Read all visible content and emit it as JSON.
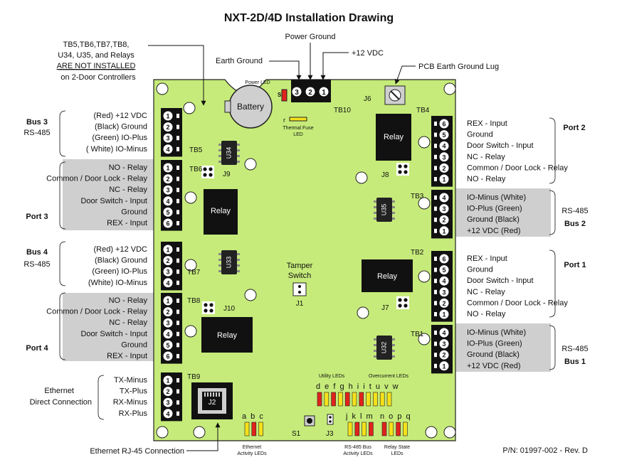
{
  "title": "NXT-2D/4D Installation Drawing",
  "part_number": "P/N: 01997-002 - Rev. D",
  "top_callouts": {
    "power_ground": "Power Ground",
    "earth_ground": "Earth Ground",
    "plus12": "+12 VDC",
    "pcb_lug": "PCB Earth Ground Lug",
    "note_line1": "TB5,TB6,TB7,TB8,",
    "note_line2": "U34, U35, and Relays",
    "note_line3": "ARE NOT INSTALLED",
    "note_line4": "on 2-Door Controllers"
  },
  "board": {
    "battery": "Battery",
    "power_led": "Power LED",
    "s": "S",
    "r": "r",
    "thermal1": "Thermal Fuse",
    "thermal2": "LED",
    "tb10": "TB10",
    "tb10_pins": [
      "3",
      "2",
      "1"
    ],
    "j6": "J6",
    "tb4": "TB4",
    "tb5": "TB5",
    "tb6": "TB6",
    "tb7": "TB7",
    "tb8": "TB8",
    "tb9": "TB9",
    "tb3": "TB3",
    "tb2": "TB2",
    "tb1": "TB1",
    "j7": "J7",
    "j8": "J8",
    "j9": "J9",
    "j10": "J10",
    "j1": "J1",
    "j2": "J2",
    "j3": "J3",
    "s1": "S1",
    "u34": "U34",
    "u33": "U33",
    "u35": "U35",
    "u32": "U32",
    "relay": "Relay",
    "tamper1": "Tamper",
    "tamper2": "Switch",
    "utility_leds": "Utility LEDs",
    "overcurrent_leds": "Overcurrent LEDs",
    "led_row1": "d e f g h i i t u v w",
    "led_abc": "a b c",
    "led_jklm": "j k l m",
    "led_nopq": "n o p q",
    "eth_act1": "Ethernet",
    "eth_act2": "Activity LEDs",
    "rs485_act1": "RS-485 Bus",
    "rs485_act2": "Activity LEDs",
    "relay_state1": "Relay State",
    "relay_state2": "LEDs"
  },
  "left": {
    "bus3": "Bus 3",
    "bus3_sub": "RS-485",
    "tb5_labels": [
      "(Red) +12 VDC",
      "(Black) Ground",
      "(Green) IO-Plus",
      "( White) IO-Minus"
    ],
    "port3": "Port 3",
    "tb6_labels": [
      "NO - Relay",
      "Common / Door Lock - Relay",
      "NC - Relay",
      "Door Switch - Input",
      "Ground",
      "REX - Input"
    ],
    "bus4": "Bus 4",
    "bus4_sub": "RS-485",
    "tb7_labels": [
      "(Red) +12 VDC",
      "(Black) Ground",
      "(Green) IO-Plus",
      "(White) IO-Minus"
    ],
    "port4": "Port 4",
    "tb8_labels": [
      "NO - Relay",
      "Common / Door Lock - Relay",
      "NC - Relay",
      "Door Switch - Input",
      "Ground",
      "REX - Input"
    ],
    "ethernet1": "Ethernet",
    "ethernet2": "Direct Connection",
    "tb9_labels": [
      "TX-Minus",
      "TX-Plus",
      "RX-Minus",
      "RX-Plus"
    ],
    "rj45": "Ethernet RJ-45 Connection"
  },
  "right": {
    "port2": "Port 2",
    "tb4_labels": [
      "REX - Input",
      "Ground",
      "Door Switch - Input",
      "NC - Relay",
      "Common / Door Lock - Relay",
      "NO - Relay"
    ],
    "tb3_labels": [
      "IO-Minus (White)",
      "IO-Plus (Green)",
      "Ground (Black)",
      "+12 VDC (Red)"
    ],
    "bus2_sub": "RS-485",
    "bus2": "Bus 2",
    "port1": "Port 1",
    "tb2_labels": [
      "REX - Input",
      "Ground",
      "Door Switch - Input",
      "NC - Relay",
      "Common / Door Lock - Relay",
      "NO - Relay"
    ],
    "tb1_labels": [
      "IO-Minus (White)",
      "IO-Plus (Green)",
      "Ground (Black)",
      "+12 VDC (Red)"
    ],
    "bus1_sub": "RS-485",
    "bus1": "Bus 1"
  },
  "colors": {
    "board": "#c6eb7a",
    "gray": "#cfcfcf",
    "red": "#e0231c",
    "yellow": "#f5e11a"
  }
}
